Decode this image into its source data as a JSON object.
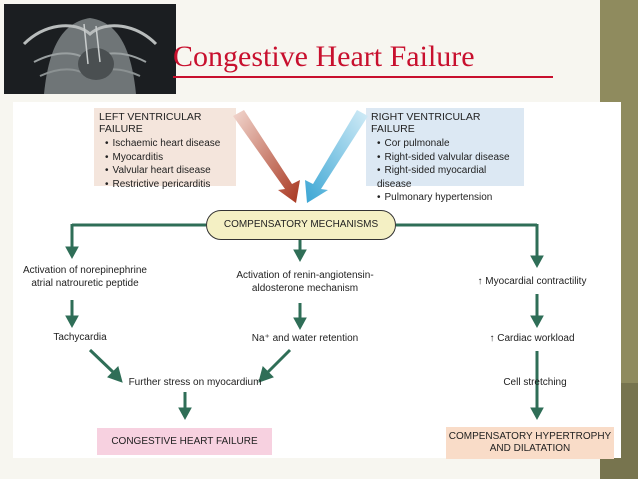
{
  "slide": {
    "title": "Congestive Heart Failure",
    "title_color": "#c8102e",
    "thumbnail": "chest-anatomy-image"
  },
  "diagram": {
    "left_box": {
      "heading": "LEFT VENTRICULAR FAILURE",
      "items": [
        "Ischaemic heart disease",
        "Myocarditis",
        "Valvular heart disease",
        "Restrictive pericarditis"
      ]
    },
    "right_box": {
      "heading": "RIGHT VENTRICULAR FAILURE",
      "items": [
        "Cor pulmonale",
        "Right-sided valvular disease",
        "Right-sided myocardial disease",
        "Pulmonary hypertension"
      ]
    },
    "center": "COMPENSATORY MECHANISMS",
    "left_branch": {
      "activation_line1": "Activation of norepinephrine",
      "activation_line2": "atrial natrouretic peptide",
      "tachycardia": "Tachycardia"
    },
    "middle_branch": {
      "activation_line1": "Activation of renin-angiotensin-",
      "activation_line2": "aldosterone mechanism",
      "retention": "Na⁺ and water retention"
    },
    "right_branch": {
      "contractility": "↑ Myocardial contractility",
      "workload": "↑ Cardiac workload",
      "stretching": "Cell stretching"
    },
    "further_stress": "Further stress on myocardium",
    "outcome_left": "CONGESTIVE HEART FAILURE",
    "outcome_right_line1": "COMPENSATORY HYPERTROPHY",
    "outcome_right_line2": "AND DILATATION",
    "colors": {
      "arrow_green": "#2f6e57",
      "arrow_red": "#a8361f",
      "arrow_blue": "#3ba6d4"
    }
  }
}
